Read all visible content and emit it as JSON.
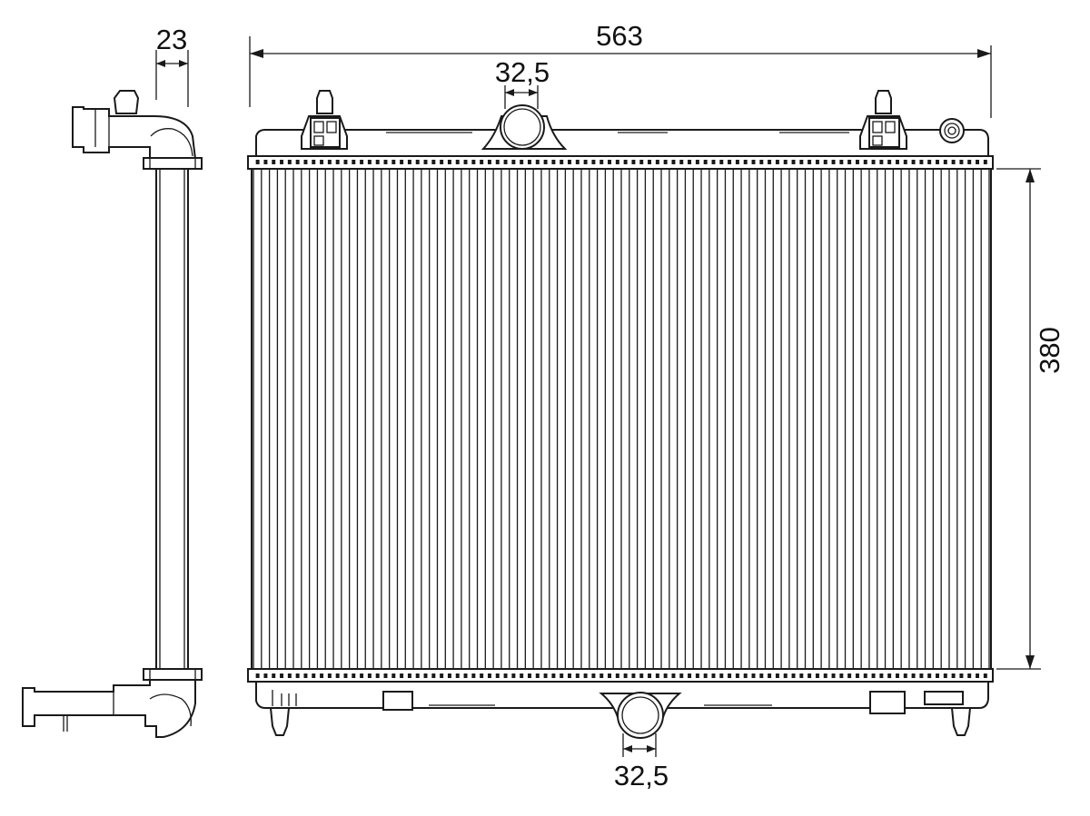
{
  "dimensions": {
    "side_depth": "23",
    "overall_width": "563",
    "top_inlet_diameter": "32,5",
    "bottom_outlet_diameter": "32,5",
    "core_height": "380"
  },
  "colors": {
    "line": "#1a1a1a",
    "background": "#ffffff"
  },
  "core": {
    "fin_count": 92
  }
}
